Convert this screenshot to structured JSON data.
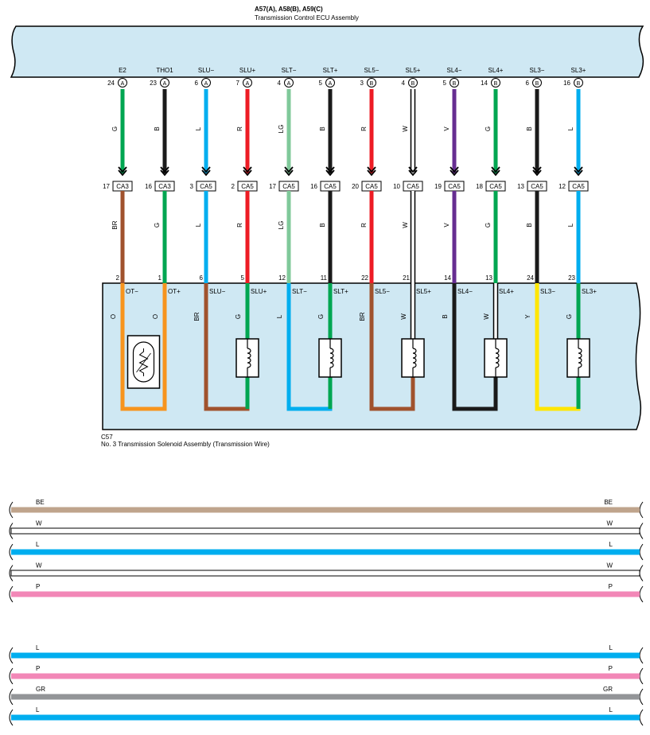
{
  "ecu": {
    "title": "A57(A), A58(B), A59(C)",
    "subtitle": "Transmission Control ECU Assembly"
  },
  "solenoid": {
    "code": "C57",
    "name": "No.  3 Transmission Solenoid Assembly (Transmission Wire)"
  },
  "colors": {
    "G": "#00a651",
    "B": "#1a1a1a",
    "L": "#00aeef",
    "R": "#ed1c24",
    "LG": "#80c99a",
    "W": "#ffffff",
    "V": "#662d91",
    "BR": "#a0522d",
    "O": "#f7941d",
    "Y": "#ffe600",
    "BE": "#bfa48c",
    "P": "#f287b7",
    "GR": "#939598",
    "panel": "#cfe8f3"
  },
  "circuits": [
    {
      "signal": "E2",
      "ecu_pin": "24",
      "ecu_conn": "A",
      "wire": "G",
      "conn_pin": "17",
      "conn": "CA3",
      "sol_wire": "BR",
      "sol_pin": "2",
      "sol_label": "OT−",
      "inner": "O",
      "group": 0
    },
    {
      "signal": "THO1",
      "ecu_pin": "23",
      "ecu_conn": "A",
      "wire": "B",
      "conn_pin": "16",
      "conn": "CA3",
      "sol_wire": "G",
      "sol_pin": "1",
      "sol_label": "OT+",
      "inner": "O",
      "group": 0
    },
    {
      "signal": "SLU−",
      "ecu_pin": "6",
      "ecu_conn": "A",
      "wire": "L",
      "conn_pin": "3",
      "conn": "CA5",
      "sol_wire": "L",
      "sol_pin": "6",
      "sol_label": "SLU−",
      "inner": "BR",
      "group": 1
    },
    {
      "signal": "SLU+",
      "ecu_pin": "7",
      "ecu_conn": "A",
      "wire": "R",
      "conn_pin": "2",
      "conn": "CA5",
      "sol_wire": "R",
      "sol_pin": "5",
      "sol_label": "SLU+",
      "inner": "G",
      "group": 1
    },
    {
      "signal": "SLT−",
      "ecu_pin": "4",
      "ecu_conn": "A",
      "wire": "LG",
      "conn_pin": "17",
      "conn": "CA5",
      "sol_wire": "LG",
      "sol_pin": "12",
      "sol_label": "SLT−",
      "inner": "L",
      "group": 2
    },
    {
      "signal": "SLT+",
      "ecu_pin": "5",
      "ecu_conn": "A",
      "wire": "B",
      "conn_pin": "16",
      "conn": "CA5",
      "sol_wire": "B",
      "sol_pin": "11",
      "sol_label": "SLT+",
      "inner": "G",
      "group": 2
    },
    {
      "signal": "SL5−",
      "ecu_pin": "3",
      "ecu_conn": "B",
      "wire": "R",
      "conn_pin": "20",
      "conn": "CA5",
      "sol_wire": "R",
      "sol_pin": "22",
      "sol_label": "SL5−",
      "inner": "BR",
      "group": 3
    },
    {
      "signal": "SL5+",
      "ecu_pin": "4",
      "ecu_conn": "B",
      "wire": "W",
      "conn_pin": "10",
      "conn": "CA5",
      "sol_wire": "W",
      "sol_pin": "21",
      "sol_label": "SL5+",
      "inner": "W",
      "group": 3
    },
    {
      "signal": "SL4−",
      "ecu_pin": "5",
      "ecu_conn": "B",
      "wire": "V",
      "conn_pin": "19",
      "conn": "CA5",
      "sol_wire": "V",
      "sol_pin": "14",
      "sol_label": "SL4−",
      "inner": "B",
      "group": 4
    },
    {
      "signal": "SL4+",
      "ecu_pin": "14",
      "ecu_conn": "B",
      "wire": "G",
      "conn_pin": "18",
      "conn": "CA5",
      "sol_wire": "G",
      "sol_pin": "13",
      "sol_label": "SL4+",
      "inner": "W",
      "group": 4
    },
    {
      "signal": "SL3−",
      "ecu_pin": "6",
      "ecu_conn": "B",
      "wire": "B",
      "conn_pin": "13",
      "conn": "CA5",
      "sol_wire": "B",
      "sol_pin": "24",
      "sol_label": "SL3−",
      "inner": "Y",
      "group": 5
    },
    {
      "signal": "SL3+",
      "ecu_pin": "16",
      "ecu_conn": "B",
      "wire": "L",
      "conn_pin": "12",
      "conn": "CA5",
      "sol_wire": "L",
      "sol_pin": "23",
      "sol_label": "SL3+",
      "inner": "G",
      "group": 5
    }
  ],
  "bundle_a": [
    "BE",
    "W",
    "L",
    "W",
    "P"
  ],
  "bundle_b": [
    "L",
    "P",
    "GR",
    "L"
  ]
}
